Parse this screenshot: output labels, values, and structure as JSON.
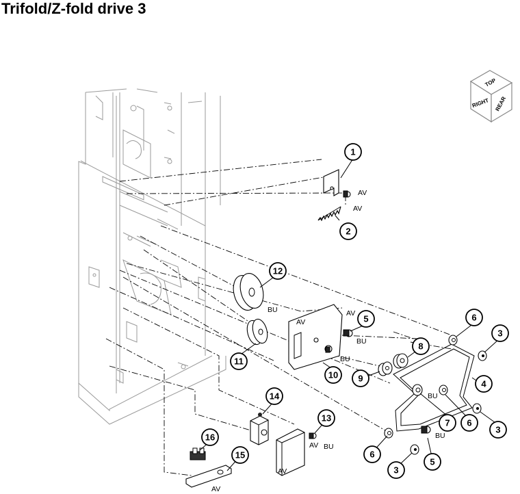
{
  "title": "Trifold/Z-fold drive 3",
  "orientation_cube": {
    "top": "TOP",
    "right": "RIGHT",
    "rear": "REAR"
  },
  "callouts": [
    "1",
    "2",
    "3",
    "4",
    "5",
    "6",
    "7",
    "8",
    "9",
    "10",
    "11",
    "12",
    "13",
    "14",
    "15",
    "16"
  ],
  "labels": {
    "av": "AV",
    "bu": "BU"
  }
}
